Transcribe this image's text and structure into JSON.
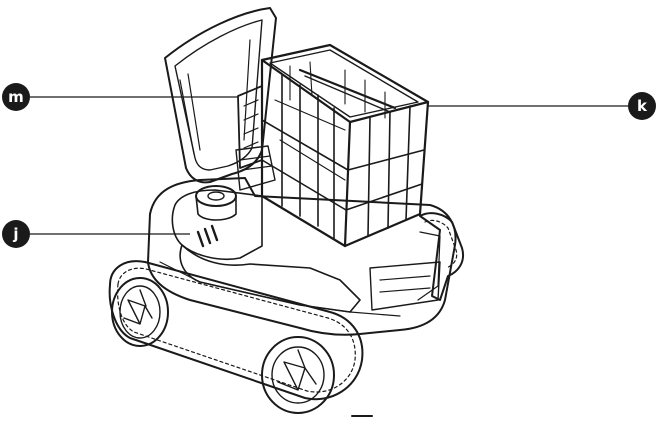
{
  "callouts": [
    {
      "id": "m",
      "label": "m"
    },
    {
      "id": "k",
      "label": "k"
    },
    {
      "id": "j",
      "label": "j"
    }
  ],
  "colors": {
    "ink": "#1a1a1a",
    "background": "#ffffff",
    "badge": "#1a1a1a"
  }
}
